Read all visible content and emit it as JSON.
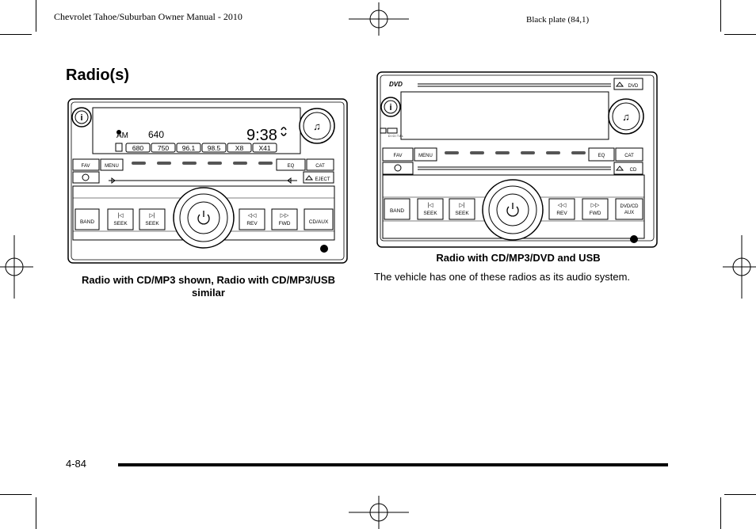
{
  "header": {
    "manual_title": "Chevrolet Tahoe/Suburban Owner Manual - 2010",
    "plate": "Black plate (84,1)"
  },
  "section_title": "Radio(s)",
  "figure1": {
    "caption": "Radio with CD/MP3 shown, Radio with CD/MP3/USB similar",
    "display": {
      "band": "AM",
      "freq": "640",
      "time": "9:38"
    },
    "presets": [
      "680",
      "750",
      "96.1",
      "98.5",
      "X8",
      "X41"
    ],
    "labels": {
      "fav": "FAV",
      "menu": "MENU",
      "eq": "EQ",
      "cat": "CAT",
      "eject": "EJECT",
      "band": "BAND",
      "seek": "SEEK",
      "rev": "REV",
      "fwd": "FWD",
      "cdaux": "CD/AUX"
    }
  },
  "figure2": {
    "caption": "Radio with CD/MP3/DVD and USB",
    "labels": {
      "dvd": "DVD",
      "fav": "FAV",
      "menu": "MENU",
      "eq": "EQ",
      "cat": "CAT",
      "cd": "CD",
      "band": "BAND",
      "seek": "SEEK",
      "rev": "REV",
      "fwd": "FWD",
      "dvdcd": "DVD/CD",
      "aux": "AUX",
      "dolby_bottom": "D I G I T A L"
    }
  },
  "body_text": "The vehicle has one of these radios as its audio system.",
  "footer": {
    "page_number": "4-84"
  }
}
